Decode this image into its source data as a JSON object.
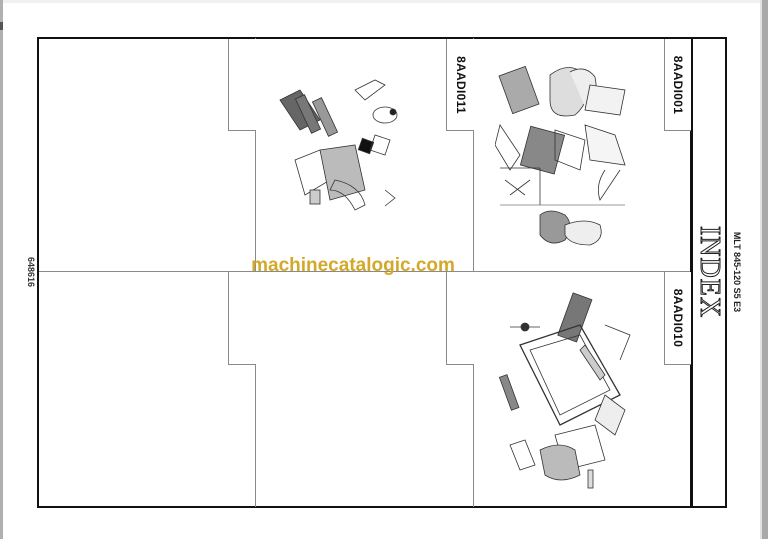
{
  "page": {
    "document_number": "648616",
    "index": {
      "title": "INDEX",
      "model": "MLT 845-120 S5 E3"
    },
    "watermark": {
      "text": "machinecatalogic.com",
      "color": "#d4a82a"
    },
    "cells": [
      {
        "position": "top-right",
        "code": "8AADI001",
        "diagram": "seat-exploded-view"
      },
      {
        "position": "top-middle",
        "code": "8AADI011",
        "diagram": "heater-ventilation-exploded-view"
      },
      {
        "position": "top-left",
        "code": "",
        "diagram": ""
      },
      {
        "position": "bottom-right",
        "code": "8AADI010",
        "diagram": "cab-exploded-view"
      },
      {
        "position": "bottom-middle",
        "code": "",
        "diagram": ""
      },
      {
        "position": "bottom-left",
        "code": "",
        "diagram": ""
      }
    ]
  },
  "colors": {
    "frame": "#111111",
    "divider": "#8a8a8a",
    "scrollbar": "#a9a9a9"
  }
}
